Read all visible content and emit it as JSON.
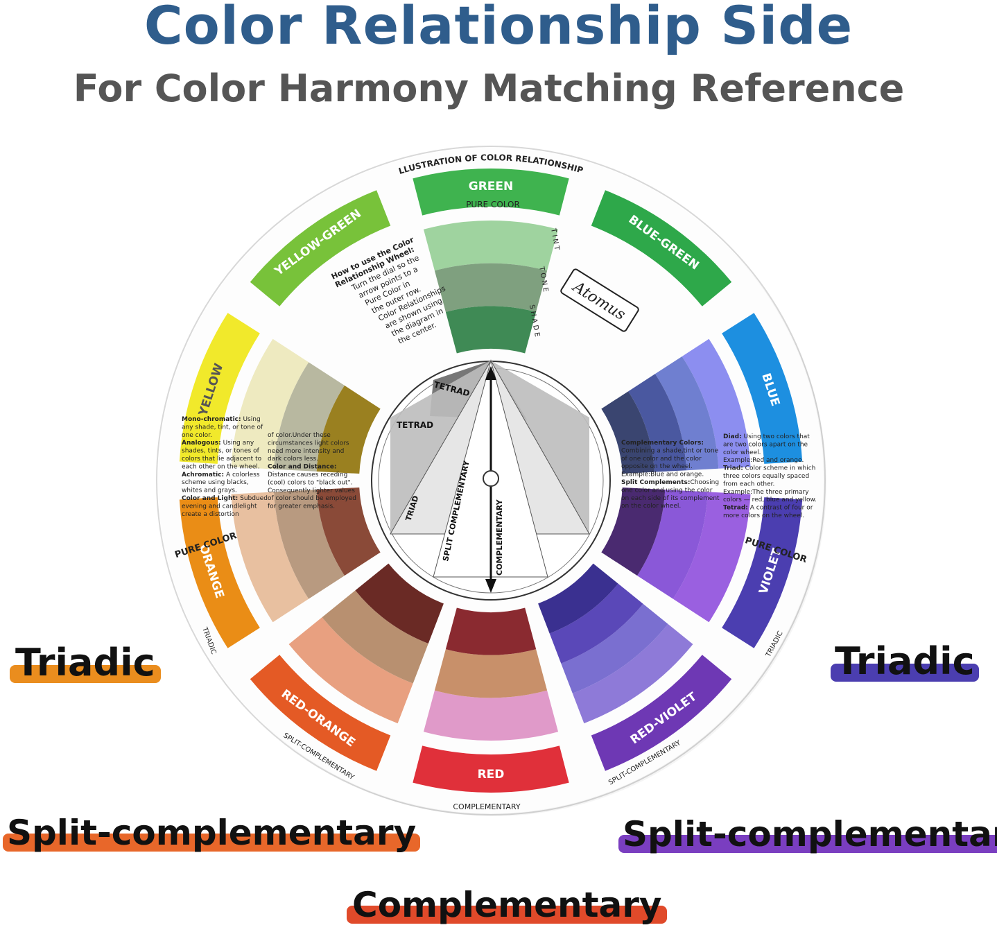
{
  "header": {
    "title": "Color Relationship Side",
    "subtitle": "For Color Harmony Matching Reference"
  },
  "wheel": {
    "top_label": "ILLUSTRATION OF COLOR RELATIONSHIPS",
    "brand": "Atomus",
    "segments": [
      {
        "name": "GREEN",
        "color": "#3fb34f"
      },
      {
        "name": "BLUE-GREEN",
        "color": "#2ea84a"
      },
      {
        "name": "BLUE",
        "color": "#1d8fe0"
      },
      {
        "name": "VIOLET",
        "color": "#4b3eb0"
      },
      {
        "name": "RED-VIOLET",
        "color": "#6e38b4"
      },
      {
        "name": "RED",
        "color": "#e0303a"
      },
      {
        "name": "RED-ORANGE",
        "color": "#e45a25"
      },
      {
        "name": "ORANGE",
        "color": "#ea8d16"
      },
      {
        "name": "YELLOW",
        "color": "#f1e92b"
      },
      {
        "name": "YELLOW-GREEN",
        "color": "#78c23a"
      }
    ],
    "pure_color_label": "PURE COLOR",
    "scale_words": {
      "tint": "TINT",
      "tone": "TONE",
      "shade": "SHADE"
    },
    "role_labels": {
      "triadic": "TRIADIC",
      "split_complementary": "SPLIT-COMPLEMENTARY",
      "complementary": "COMPLEMENTARY"
    },
    "dial": {
      "tetrad_1": "TETRAD",
      "tetrad_2": "TETRAD",
      "triad": "TRIAD",
      "split": "SPLIT COMPLEMENTARY",
      "complementary": "COMPLEMENTARY"
    },
    "how_to": {
      "heading": "How to use the Color Relationship Wheel:",
      "lines": [
        "Turn the dial so the",
        "arrow points to a",
        "Pure Color in",
        "the outer row.",
        "Color Relationships",
        "are shown using",
        "the diagram in",
        "the center."
      ]
    },
    "left_text": [
      {
        "b": "Mono-chromatic:",
        "t": " Using"
      },
      {
        "b": "",
        "t": "any shade, tint, or tone of"
      },
      {
        "b": "",
        "t": "one color."
      },
      {
        "b": "Analogous:",
        "t": " Using any"
      },
      {
        "b": "",
        "t": "shades, tints, or tones of"
      },
      {
        "b": "",
        "t": "colors that lie adjacent to"
      },
      {
        "b": "",
        "t": "each other on the wheel."
      },
      {
        "b": "Achromatic:",
        "t": " A colorless"
      },
      {
        "b": "",
        "t": "scheme using blacks,"
      },
      {
        "b": "",
        "t": "whites and grays."
      },
      {
        "b": "Color and Light:",
        "t": " Subdued"
      },
      {
        "b": "",
        "t": "evening and candlelight"
      },
      {
        "b": "",
        "t": "create a distortion"
      }
    ],
    "left_text_2": [
      {
        "b": "",
        "t": "of color.Under these"
      },
      {
        "b": "",
        "t": "circumstances light colors"
      },
      {
        "b": "",
        "t": "need more intensity and"
      },
      {
        "b": "",
        "t": "dark colors less."
      },
      {
        "b": "Color and Distance:",
        "t": ""
      },
      {
        "b": "",
        "t": "Distance causes receding"
      },
      {
        "b": "",
        "t": "(cool) colors to \"black out\"."
      },
      {
        "b": "",
        "t": "Consequently lighter values"
      },
      {
        "b": "",
        "t": "of color should be employed"
      },
      {
        "b": "",
        "t": "for greater emphasis."
      }
    ],
    "right_text": [
      {
        "b": "Complementary Colors:",
        "t": ""
      },
      {
        "b": "",
        "t": "Combining a shade,tint or tone"
      },
      {
        "b": "",
        "t": "of one color and the color"
      },
      {
        "b": "",
        "t": "opposite on the wheel."
      },
      {
        "b": "",
        "t": "Example:Blue and orange."
      },
      {
        "b": "Split Complements:",
        "t": "Choosing"
      },
      {
        "b": "",
        "t": "one color and using the color"
      },
      {
        "b": "",
        "t": "on each side of its complement"
      },
      {
        "b": "",
        "t": "on the color wheel."
      }
    ],
    "right_text_2": [
      {
        "b": "Diad:",
        "t": " Using two colors that"
      },
      {
        "b": "",
        "t": "are two colors apart on the"
      },
      {
        "b": "",
        "t": "color wheel."
      },
      {
        "b": "",
        "t": "Example:Red and orange."
      },
      {
        "b": "Triad:",
        "t": " Color scheme in which"
      },
      {
        "b": "",
        "t": "three colors equally spaced"
      },
      {
        "b": "",
        "t": "from each other."
      },
      {
        "b": "",
        "t": "Example:The three primary"
      },
      {
        "b": "",
        "t": "colors — red, blue and yellow."
      },
      {
        "b": "Tetrad:",
        "t": " A contrast of four or"
      },
      {
        "b": "",
        "t": "more colors on the wheel."
      }
    ]
  },
  "callouts": {
    "triadic_left": {
      "label": "Triadic",
      "color": "#ea8d1e"
    },
    "triadic_right": {
      "label": "Triadic",
      "color": "#4b3eb0"
    },
    "split_left": {
      "label": "Split-complementary",
      "color": "#e8672a"
    },
    "split_right": {
      "label": "Split-complementary",
      "color": "#7a3ec0"
    },
    "complementary": {
      "label": "Complementary",
      "color": "#e04a2a"
    }
  }
}
